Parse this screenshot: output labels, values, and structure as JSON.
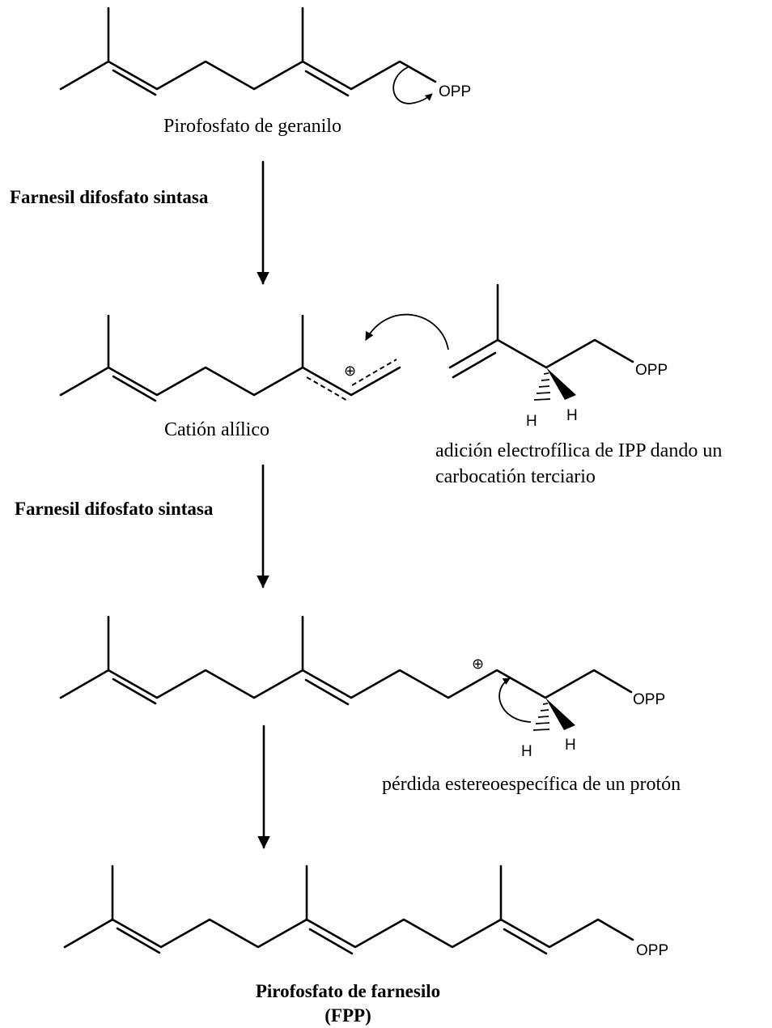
{
  "labels": {
    "geranyl": "Pirofosfato de geranilo",
    "enzyme_1": "Farnesil difosfato sintasa",
    "allylic_cation": "Catión alílico",
    "enzyme_2": "Farnesil difosfato sintasa",
    "addition_line1": "adición electrofílica de IPP dando un",
    "addition_line2": "carbocatión terciario",
    "loss": "pérdida estereoespecífica de un protón",
    "product_line1": "Pirofosfato de farnesilo",
    "product_line2": "(FPP)"
  },
  "atoms": {
    "opp": "OPP",
    "h": "H"
  },
  "symbols": {
    "plus": "⊕"
  }
}
